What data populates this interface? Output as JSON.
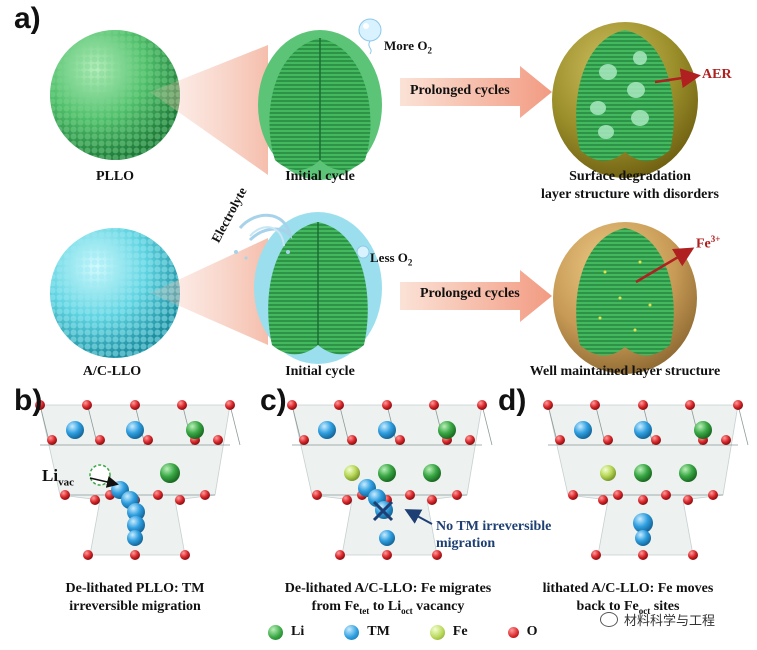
{
  "panels": {
    "a": "a)",
    "b": "b)",
    "c": "c)",
    "d": "d)"
  },
  "row1": {
    "sphere_label": "PLLO",
    "initial_label": "Initial cycle",
    "more_o2": "More O",
    "o2_sub": "2",
    "arrow_label": "Prolonged cycles",
    "aer_label": "AER",
    "result_line1": "Surface degradation",
    "result_line2": "layer structure with disorders"
  },
  "row2": {
    "sphere_label": "A/C-LLO",
    "initial_label": "Initial cycle",
    "electrolyte": "Electrolyte",
    "less_o2": "Less O",
    "o2_sub": "2",
    "arrow_label": "Prolonged cycles",
    "fe_label": "Fe",
    "fe_sup": "3+",
    "result_label": "Well maintained layer structure"
  },
  "b": {
    "li_vac": "Li",
    "li_vac_sub": "vac",
    "caption_line1": "De-lithated PLLO: TM",
    "caption_line2": "irreversible migration"
  },
  "c": {
    "no_tm_line1": "No TM irreversible",
    "no_tm_line2": "migration",
    "caption_line1": "De-lithated A/C-LLO: Fe migrates",
    "caption_line2_a": "from Fe",
    "caption_line2_sub1": "tet",
    "caption_line2_b": " to Li",
    "caption_line2_sub2": "oct",
    "caption_line2_c": " vacancy"
  },
  "d": {
    "caption_line1": "lithated A/C-LLO: Fe moves",
    "caption_line2": "back to Fe",
    "caption_line2_sub": "oct",
    "caption_line2_end": " sites"
  },
  "legend": [
    {
      "label": "Li",
      "color": "#3aa845"
    },
    {
      "label": "TM",
      "color": "#2f9fe0"
    },
    {
      "label": "Fe",
      "color": "#b9d85a"
    },
    {
      "label": "O",
      "color": "#d9262a"
    }
  ],
  "watermark": "材料科学与工程",
  "colors": {
    "pllo_green": "#4fbf6b",
    "acllo_cyan": "#5fd3e0",
    "arrow_pink": "#f2a890",
    "red": "#b02020",
    "navy": "#1d3f73"
  }
}
